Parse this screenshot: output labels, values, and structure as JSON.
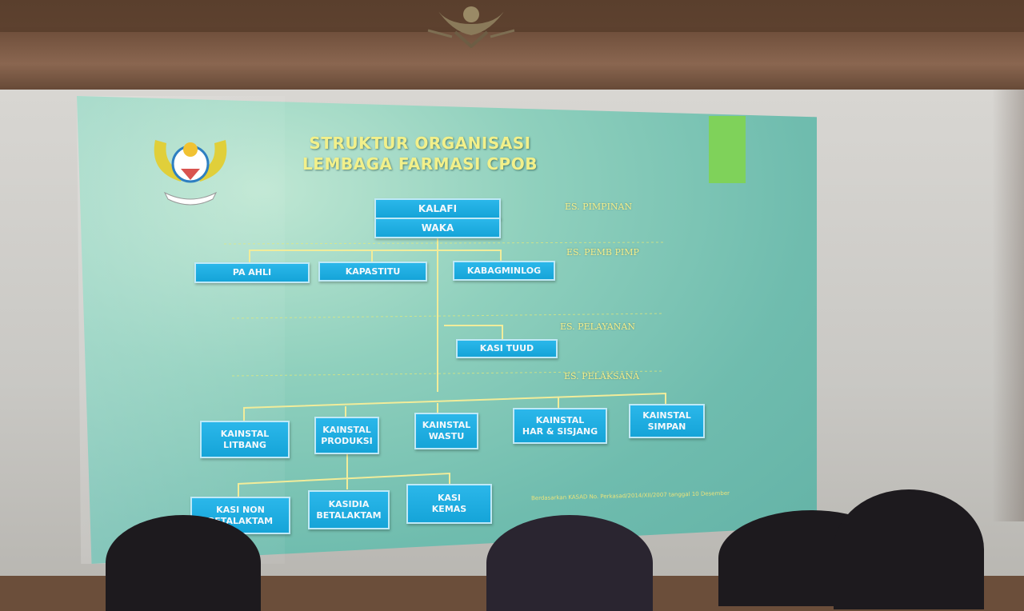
{
  "slide": {
    "title_line1": "STRUKTUR ORGANISASI",
    "title_line2": "LEMBAGA FARMASI CPOB",
    "footnote": "Berdasarkan KASAD No. Perkasad/2014/XII/2007 tanggal 10 Desember"
  },
  "echelons": {
    "pimpinan": "ES. PIMPINAN",
    "pemb_pimp": "ES. PEMB PIMP",
    "pelayanan": "ES. PELAYANAN",
    "pelaksana": "ES. PELAKSANA"
  },
  "org": {
    "kalafi": "KALAFI",
    "waka": "WAKA",
    "pa_ahli": "PA AHLI",
    "kapastitu": "KAPASTITU",
    "kabagminlog": "KABAGMINLOG",
    "kasi_tuud": "KASI TUUD",
    "litbang": [
      "KAINSTAL",
      "LITBANG"
    ],
    "produksi": [
      "KAINSTAL",
      "PRODUKSI"
    ],
    "wastu": [
      "KAINSTAL",
      "WASTU"
    ],
    "har": [
      "KAINSTAL",
      "HAR & SISJANG"
    ],
    "simpan": [
      "KAINSTAL",
      "SIMPAN"
    ],
    "kasi_non": [
      "KASI NON",
      "BETALAKTAM"
    ],
    "kasidia": [
      "KASIDIA",
      "BETALAKTAM"
    ],
    "kasi_kemas": [
      "KASI",
      "KEMAS"
    ]
  },
  "colors": {
    "box": "#1aa9dd",
    "title": "#f2f08a",
    "slide_bg": "#8fd0bd",
    "accent_tab": "#7fd25a"
  }
}
